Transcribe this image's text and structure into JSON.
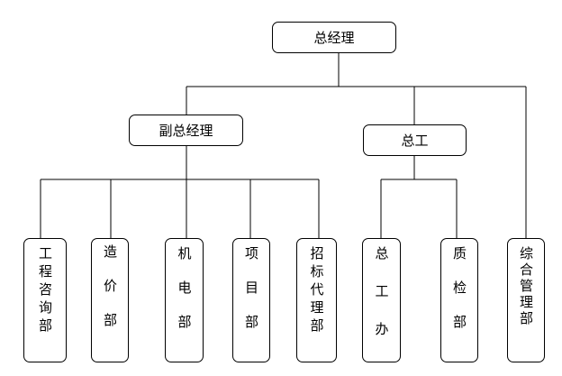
{
  "nodes": {
    "general_manager": "总经理",
    "deputy_general_manager": "副总经理",
    "chief_engineer": "总工",
    "engineering_consulting": "工程咨询部",
    "cost": "造价部",
    "electromechanical": "机电部",
    "project": "项目部",
    "bidding_agency": "招标代理部",
    "chief_engineer_office": "总工办",
    "quality_inspection": "质检部",
    "general_management": "综合管理部"
  },
  "colors": {
    "line": "#000000",
    "box_border": "#000000",
    "background": "#ffffff"
  }
}
